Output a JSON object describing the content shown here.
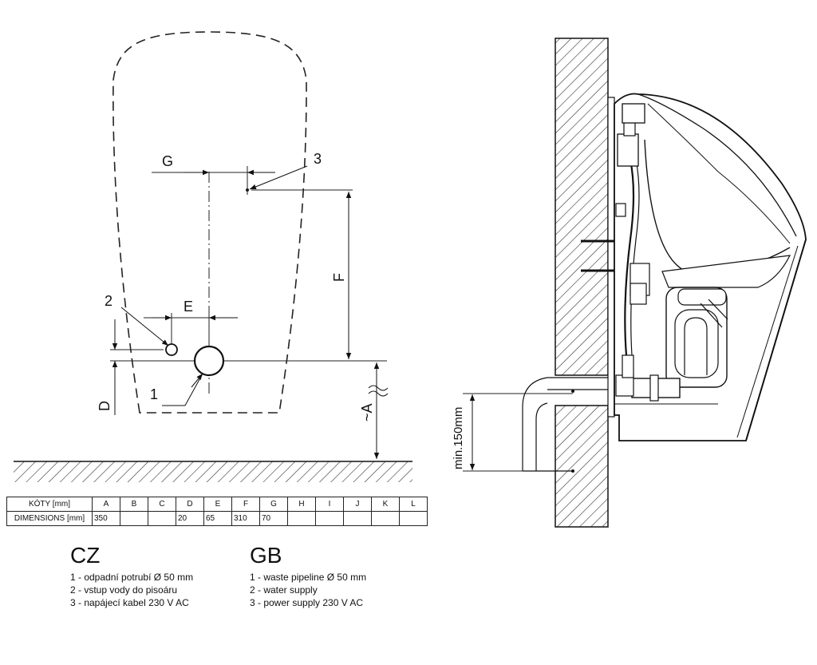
{
  "front_view": {
    "labels": {
      "g": "G",
      "e": "E",
      "f": "F",
      "d": "D",
      "a": "~A",
      "item1": "1",
      "item2": "2",
      "item3": "3"
    }
  },
  "side_view": {
    "min_label": "min.150mm"
  },
  "dimensions_table": {
    "header_row_label": "KÓTY [mm]",
    "values_row_label": "DIMENSIONS [mm]",
    "columns": [
      "A",
      "B",
      "C",
      "D",
      "E",
      "F",
      "G",
      "H",
      "I",
      "J",
      "K",
      "L"
    ],
    "values": [
      "350",
      "",
      "",
      "20",
      "65",
      "310",
      "70",
      "",
      "",
      "",
      "",
      ""
    ]
  },
  "legend": {
    "cz": {
      "title": "CZ",
      "items": [
        "1 - odpadní potrubí Ø 50 mm",
        "2 - vstup vody do pisoáru",
        "3 - napájecí kabel 230 V AC"
      ]
    },
    "gb": {
      "title": "GB",
      "items": [
        "1 - waste pipeline Ø 50 mm",
        "2 - water supply",
        "3 - power supply 230 V AC"
      ]
    }
  }
}
